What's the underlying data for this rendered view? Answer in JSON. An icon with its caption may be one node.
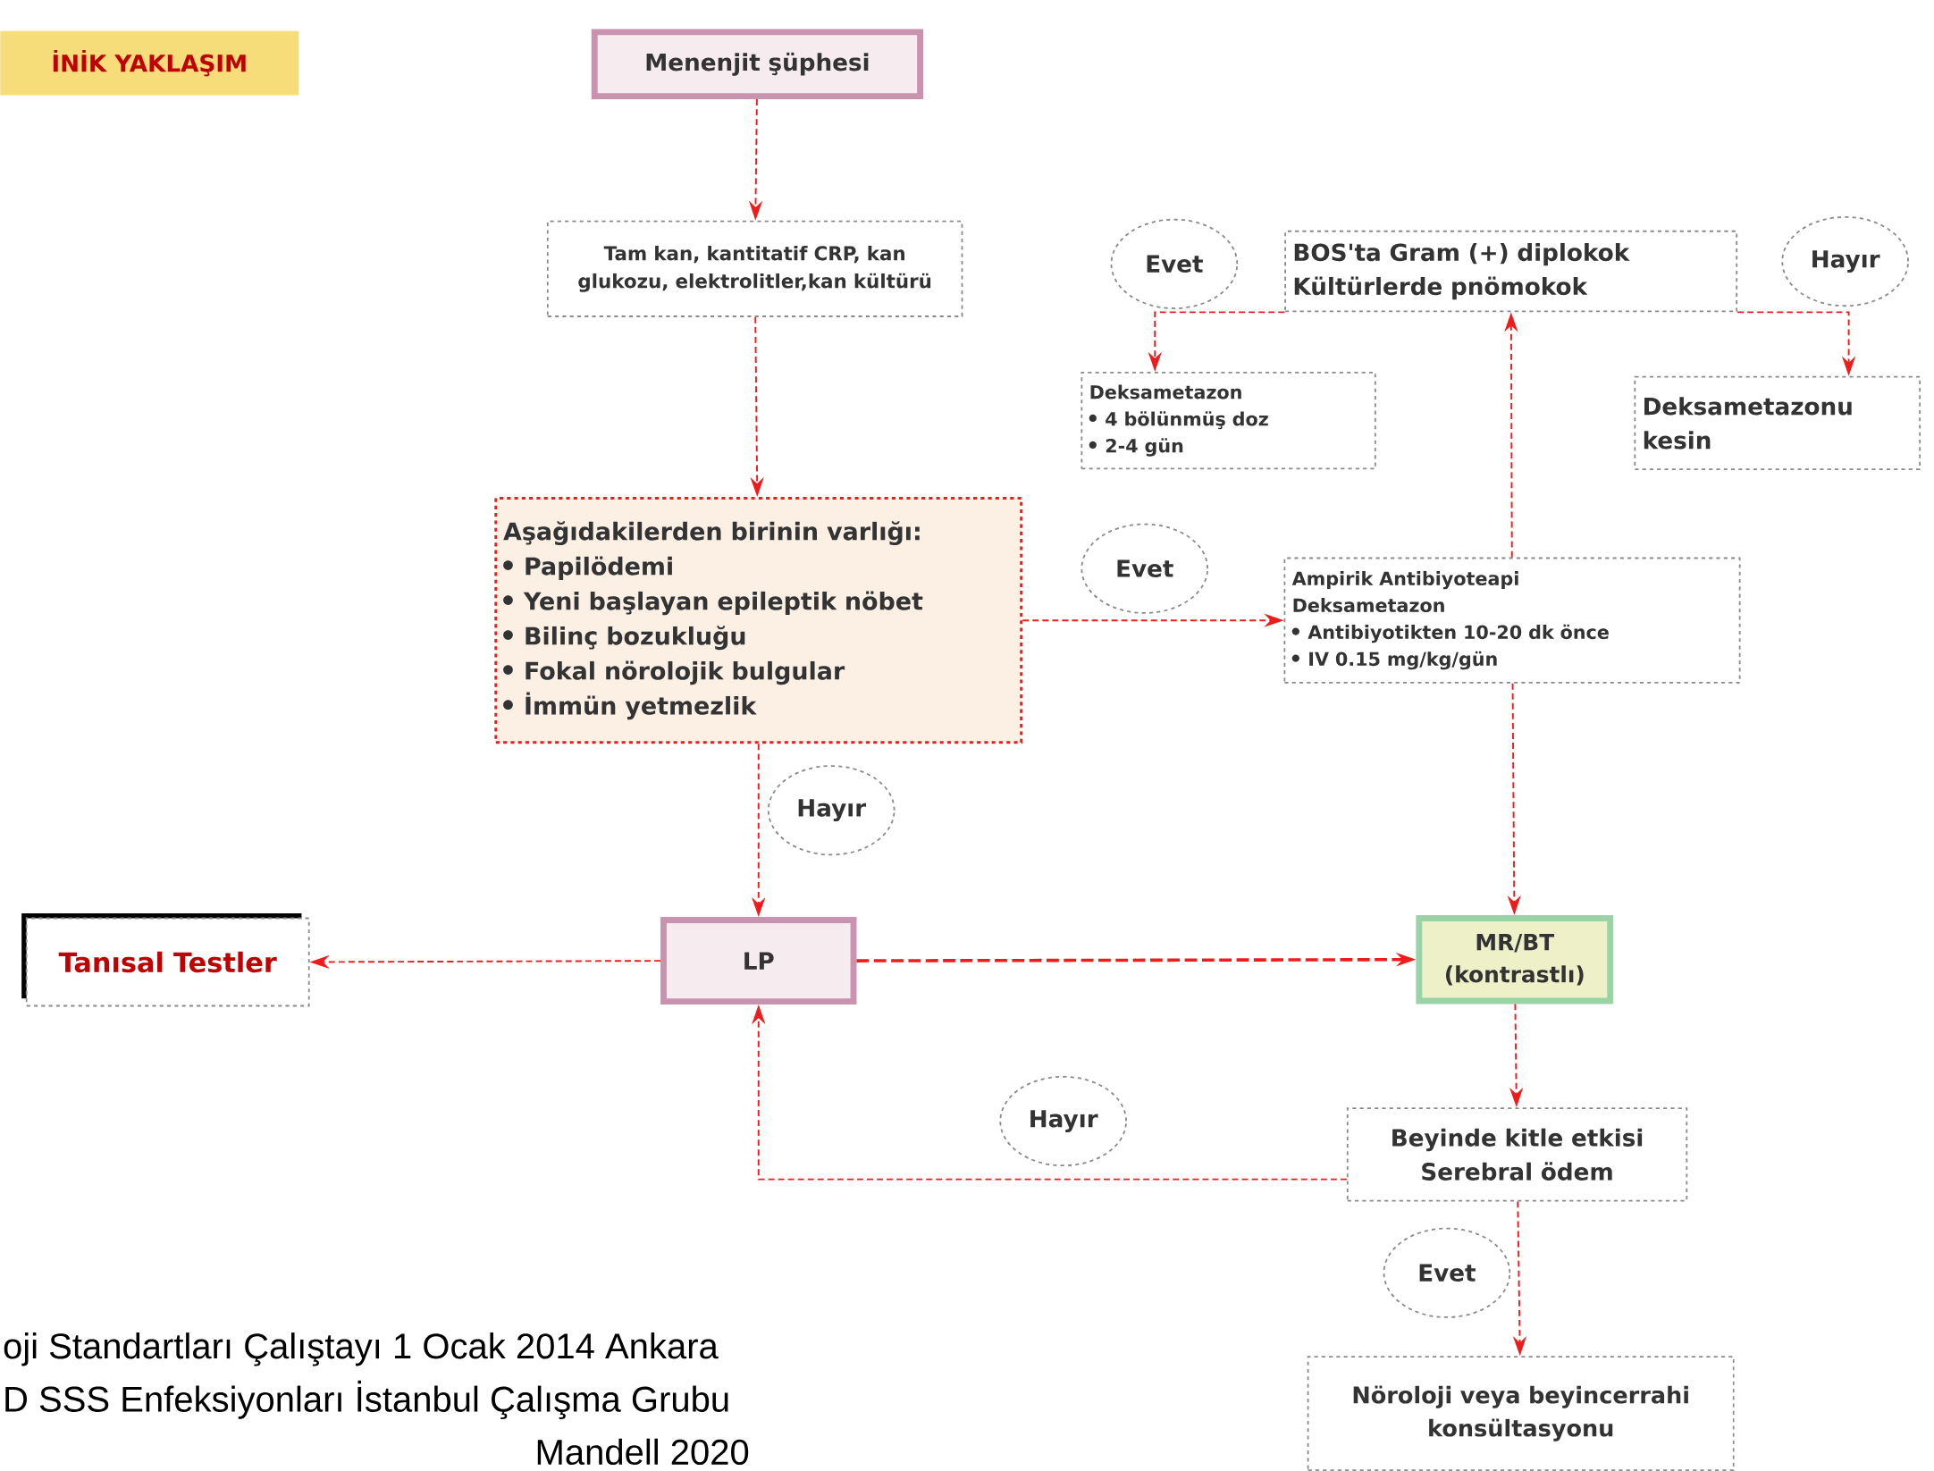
{
  "diagram": {
    "title": "İNİK YAKLAŞIM",
    "nodes": [
      {
        "text": [
          "Menenjit şüphesi"
        ]
      },
      {
        "text": [
          "Tam kan, kantitatif CRP, kan glukozu, elektrolitler,kan kültürü"
        ]
      },
      {
        "text": [
          "Aşağıdakilerden birinin varlığı:",
          "Papilödemi",
          "Yeni başlayan epileptik nöbet",
          "Bilinç bozukluğu",
          "Fokal nörolojik bulgular",
          "İmmün yetmezlik"
        ]
      },
      {
        "text": [
          "BOS'ta Gram (+) diplokok",
          "Kültürlerde pnömokok"
        ]
      },
      {
        "text": [
          "Deksametazon",
          "4 bölünmüş doz",
          "2-4 gün"
        ]
      },
      {
        "text": [
          "Deksametazonu kesin"
        ]
      },
      {
        "text": [
          "Ampirik Antibiyoteapi",
          "Deksametazon",
          "Antibiyotikten 10-20 dk önce",
          "IV 0.15 mg/kg/gün"
        ]
      },
      {
        "text": [
          "Tanısal Testler"
        ]
      },
      {
        "text": [
          "LP"
        ]
      },
      {
        "text": [
          "MR/BT",
          "(kontrastlı)"
        ]
      },
      {
        "text": [
          "Beyinde kitle etkisi",
          "Serebral ödem"
        ]
      },
      {
        "text": [
          "Nöroloji veya beyincerrahi konsültasyonu"
        ]
      }
    ],
    "edges": [
      {
        "from": 0,
        "to": 1,
        "arrow": "to"
      },
      {
        "from": 1,
        "to": 2,
        "arrow": "to"
      },
      {
        "from": 2,
        "to": 6,
        "arrow": "to",
        "label": "Evet"
      },
      {
        "from": 2,
        "to": 8,
        "arrow": "to",
        "label": "Hayır"
      },
      {
        "from": 6,
        "to": 3,
        "arrow": "to"
      },
      {
        "from": 3,
        "to": 4,
        "arrow": "to",
        "label": "Evet"
      },
      {
        "from": 3,
        "to": 5,
        "arrow": "to",
        "label": "Hayır"
      },
      {
        "from": 6,
        "to": 9,
        "arrow": "to"
      },
      {
        "from": 8,
        "to": 7,
        "arrow": "to"
      },
      {
        "from": 8,
        "to": 9,
        "arrow": "to",
        "style": "dashed"
      },
      {
        "from": 9,
        "to": 10,
        "arrow": "to"
      },
      {
        "from": 10,
        "to": 8,
        "arrow": "to",
        "label": "Hayır"
      },
      {
        "from": 10,
        "to": 11,
        "arrow": "to",
        "label": "Evet"
      }
    ],
    "labels": [
      "oji Standartları Çalıştayı 1 Ocak 2014 Ankara",
      "D SSS Enfeksiyonları İstanbul Çalışma Grubu",
      "Mandell 2020"
    ]
  }
}
